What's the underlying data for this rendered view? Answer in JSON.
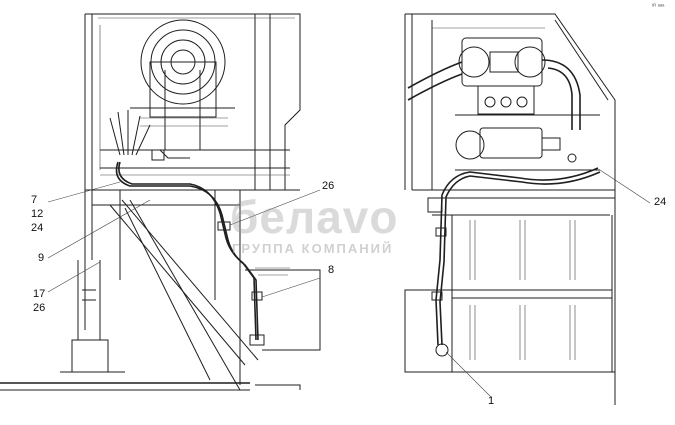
{
  "watermark": {
    "title": "белаvo",
    "subtitle": "ГРУППА КОМПАНИЙ"
  },
  "corner_mark": "ᵗᴿ ᵃᵃᵃ",
  "callouts": {
    "c7": "7",
    "c12": "12",
    "c24_left": "24",
    "c9": "9",
    "c17": "17",
    "c26_bottom": "26",
    "c26_top": "26",
    "c8": "8",
    "c24_right": "24",
    "c1": "1"
  }
}
